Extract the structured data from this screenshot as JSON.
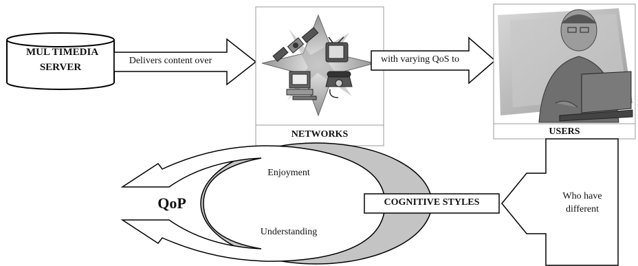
{
  "server": {
    "line1": "MUL TIMEDIA",
    "line2": "SERVER"
  },
  "arrow_deliver": "Delivers content over",
  "arrow_qos": "with varying QoS to",
  "networks": {
    "label": "NETWORKS"
  },
  "users": {
    "label": "USERS"
  },
  "qop": {
    "label": "QoP",
    "enjoyment": "Enjoyment",
    "understanding": "Understanding"
  },
  "cognitive": "COGNITIVE STYLES",
  "who_have": {
    "line1": "Who have",
    "line2": "different"
  },
  "icons": [
    "database-cylinder-icon",
    "satellite-icon",
    "television-icon",
    "computer-icon",
    "telephone-icon",
    "person-at-laptop-icon"
  ]
}
